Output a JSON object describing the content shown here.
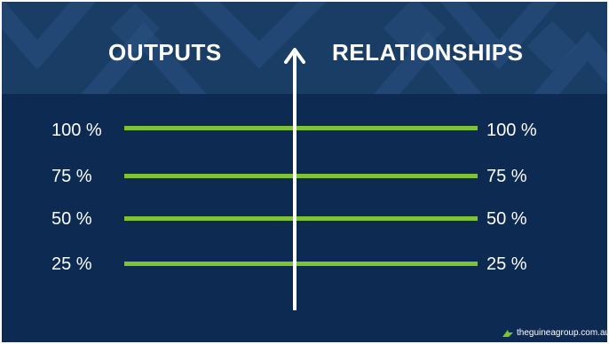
{
  "headings": {
    "left": "OUTPUTS",
    "right": "RELATIONSHIPS"
  },
  "levels": [
    {
      "left_label": "100 %",
      "right_label": "100 %"
    },
    {
      "left_label": "75 %",
      "right_label": "75 %"
    },
    {
      "left_label": "50 %",
      "right_label": "50 %"
    },
    {
      "left_label": "25 %",
      "right_label": "25 %"
    }
  ],
  "footer": {
    "site": "theguineagroup.com.au",
    "logo_icon": "arrow-logo-icon"
  },
  "colors": {
    "background": "#0d2b52",
    "banner": "#1a3d66",
    "bars": "#7ec331",
    "text": "#ffffff"
  }
}
